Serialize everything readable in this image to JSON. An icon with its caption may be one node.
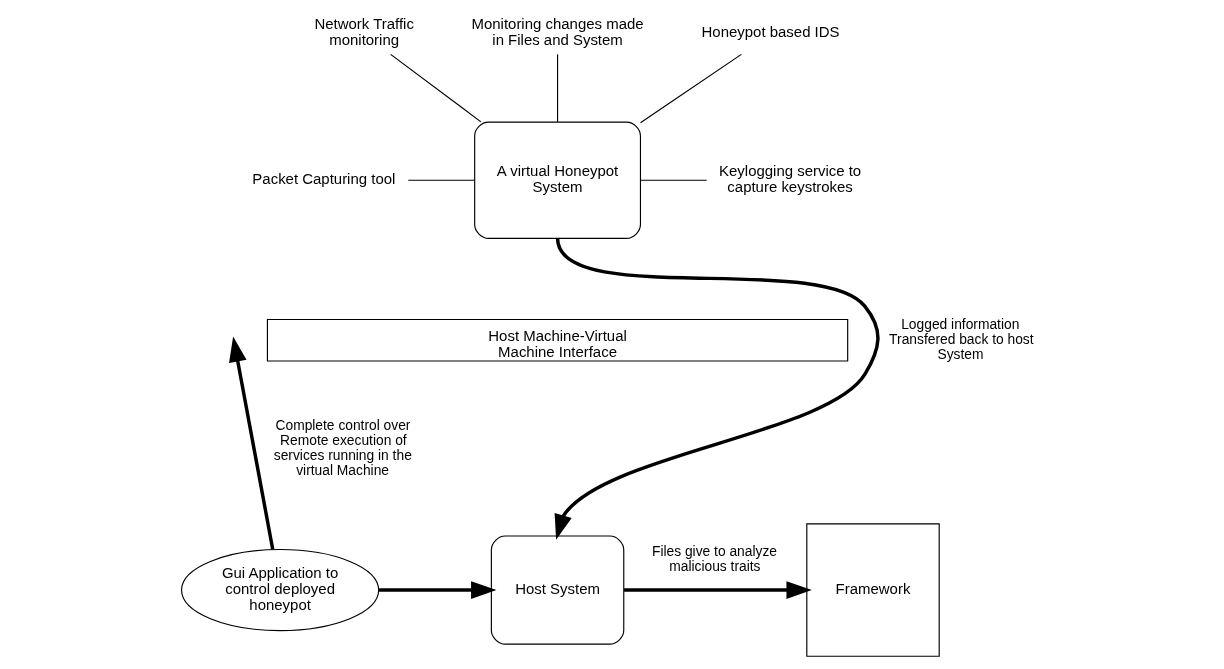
{
  "diagram": {
    "nodes": [
      {
        "text": [
          "A virtual Honeypot System"
        ]
      },
      {
        "text": [
          "Network Traffic monitoring"
        ]
      },
      {
        "text": [
          "Monitoring changes made in Files and System"
        ]
      },
      {
        "text": [
          "Honeypot based IDS"
        ]
      },
      {
        "text": [
          "Packet Capturing tool"
        ]
      },
      {
        "text": [
          "Keylogging service to capture keystrokes"
        ]
      },
      {
        "text": [
          "Host Machine-Virtual Machine Interface"
        ]
      },
      {
        "text": [
          "Host System"
        ]
      },
      {
        "text": [
          "Gui Application to control deployed honeypot"
        ]
      },
      {
        "text": [
          "Framework"
        ]
      }
    ],
    "edges": [
      {
        "from": 1,
        "to": 0,
        "arrow": "none"
      },
      {
        "from": 2,
        "to": 0,
        "arrow": "none"
      },
      {
        "from": 3,
        "to": 0,
        "arrow": "none"
      },
      {
        "from": 4,
        "to": 0,
        "arrow": "none"
      },
      {
        "from": 0,
        "to": 5,
        "arrow": "none"
      },
      {
        "from": 0,
        "to": 7,
        "arrow": "to",
        "label": "Logged information Transfered back to host System",
        "style": "thick"
      },
      {
        "from": 8,
        "to": null,
        "arrow": "to",
        "label": "Complete control over Remote execution of services running in the virtual Machine",
        "style": "thick"
      },
      {
        "from": 8,
        "to": 7,
        "arrow": "to",
        "style": "thick"
      },
      {
        "from": 7,
        "to": 9,
        "arrow": "to",
        "label": "Files give to analyze malicious traits",
        "style": "thick"
      }
    ]
  }
}
